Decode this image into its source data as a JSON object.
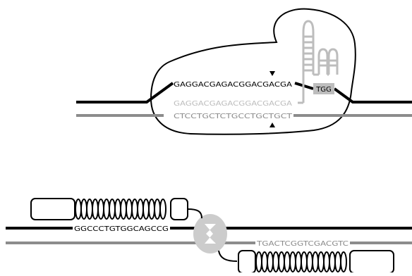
{
  "panel_top": {
    "guide_sequence": "GAGGACGAGACGGACGACGA",
    "pam": "TGG",
    "rna_copy_sequence": "GAGGACGAGACGGACGACGA",
    "complement_sequence": "CTCCTGCTCTGCCTGCTGCT",
    "colors": {
      "dark": "#000000",
      "gray": "#8c8c8c",
      "light_gray": "#bdbdbd"
    }
  },
  "panel_bottom": {
    "top_binding_sequence": "GGCCCTGTGGCAGCCG",
    "bottom_binding_sequence": "TGACTCGGTCGACGTC",
    "colors": {
      "dark": "#000000",
      "gray": "#8c8c8c",
      "nuclease": "#cccccc"
    }
  }
}
